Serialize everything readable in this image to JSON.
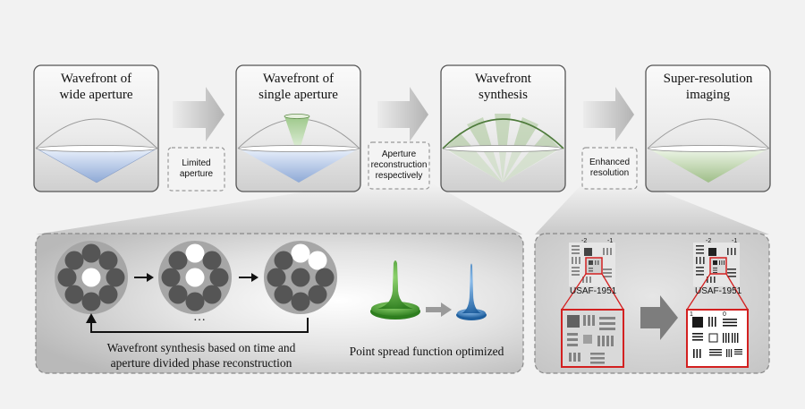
{
  "stages": [
    {
      "title_line1": "Wavefront of",
      "title_line2": "wide aperture"
    },
    {
      "title_line1": "Wavefront of",
      "title_line2": "single aperture"
    },
    {
      "title_line1": "Wavefront",
      "title_line2": "synthesis"
    },
    {
      "title_line1": "Super-resolution",
      "title_line2": "imaging"
    }
  ],
  "notes": {
    "limited": {
      "line1": "Limited",
      "line2": "aperture"
    },
    "reconstruction": {
      "line1": "Aperture",
      "line2": "reconstruction",
      "line3": "respectively"
    },
    "enhanced": {
      "line1": "Enhanced",
      "line2": "resolution"
    }
  },
  "left_panel": {
    "ellipsis": "…",
    "caption_line1": "Wavefront synthesis based on time and",
    "caption_line2": "aperture divided phase reconstruction",
    "psf_caption": "Point spread function optimized"
  },
  "right_panel": {
    "target_label": "USAF-1951",
    "group_labels": [
      "-2",
      "-1",
      "0",
      "1"
    ]
  },
  "colors": {
    "accent_red": "#d32020",
    "psf_green": "#3f9b2a",
    "psf_blue": "#2f78c2",
    "panel_gray": "#d2d2d2"
  }
}
